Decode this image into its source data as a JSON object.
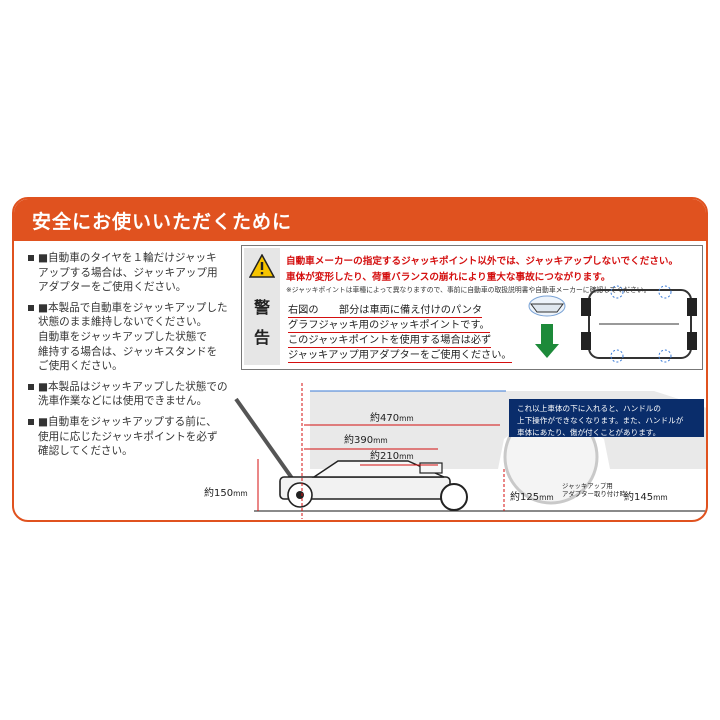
{
  "title": "安全にお使いいただくために",
  "notes": [
    [
      "■自動車のタイヤを１輪だけジャッキ",
      "アップする場合は、ジャッキアップ用",
      "アダプターをご使用ください。"
    ],
    [
      "■本製品で自動車をジャッキアップした",
      "状態のまま維持しないでください。",
      "自動車をジャッキアップした状態で",
      "維持する場合は、ジャッキスタンドを",
      "ご使用ください。"
    ],
    [
      "■本製品はジャッキアップした状態での",
      "洗車作業などには使用できません。"
    ],
    [
      "■自動車をジャッキアップする前に、",
      "使用に応じたジャッキポイントを必ず",
      "確認してください。"
    ]
  ],
  "warning": {
    "label_top": "警",
    "label_bottom": "告",
    "line1": "自動車メーカーの指定するジャッキポイント以外では、ジャッキアップしないでください。",
    "line2": "車体が変形したり、荷重バランスの崩れにより重大な事故につながります。",
    "line3": "※ジャッキポイントは車種によって異なりますので、事前に自動車の取扱説明書や自動車メーカーに確認してください。",
    "point1": "右図の　　部分は車両に備え付けのパンタ",
    "point2": "グラフジャッキ用のジャッキポイントです。",
    "point3": "このジャッキポイントを使用する場合は必ず",
    "point4": "ジャッキアップ用アダプターをご使用ください。"
  },
  "dimensions": {
    "d470": "約470",
    "d390": "約390",
    "d210": "約210",
    "d150": "約150",
    "d125": "約125",
    "d145": "約145",
    "unit": "mm",
    "adapter1": "ジャッキアップ用",
    "adapter2": "アダプター取り付け時"
  },
  "note_blue": [
    "これ以上車体の下に入れると、ハンドルの",
    "上下操作ができなくなります。また、ハンドルが",
    "車体にあたり、傷が付くことがあります。"
  ],
  "colors": {
    "accent": "#e0521f",
    "warning_red": "#d40f0f",
    "navy": "#0a2d6b"
  }
}
